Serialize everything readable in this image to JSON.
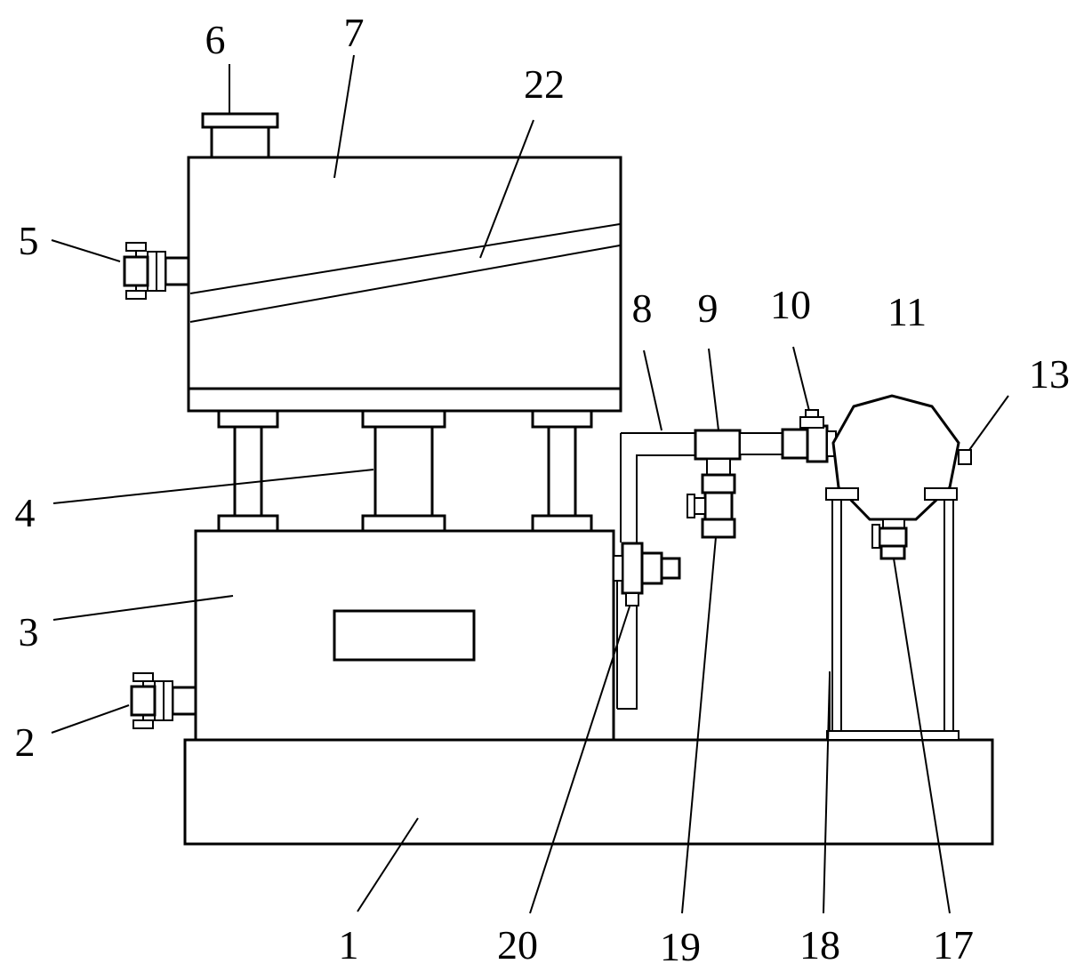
{
  "labels": {
    "l1": "1",
    "l2": "2",
    "l3": "3",
    "l4": "4",
    "l5": "5",
    "l6": "6",
    "l7": "7",
    "l8": "8",
    "l9": "9",
    "l10": "10",
    "l11": "11",
    "l13": "13",
    "l17": "17",
    "l18": "18",
    "l19": "19",
    "l20": "20",
    "l22": "22"
  }
}
